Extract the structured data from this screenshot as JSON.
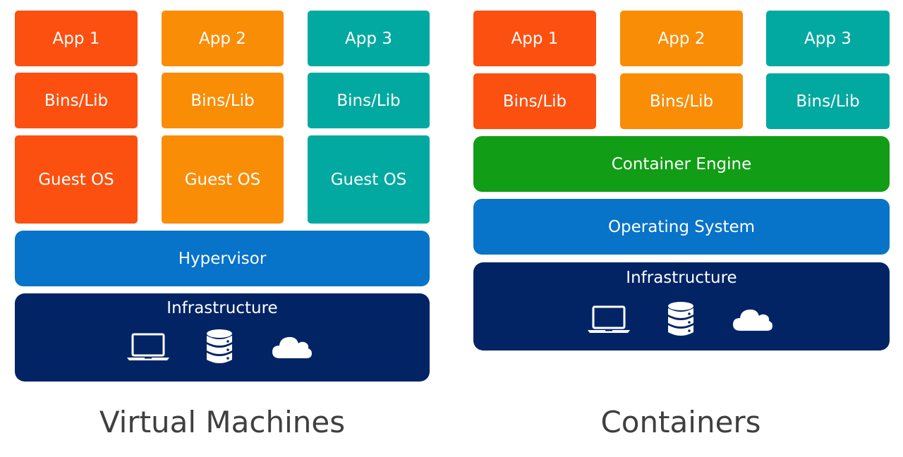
{
  "colors": {
    "app1": "#fc5010",
    "app2": "#f98d06",
    "app3": "#02a9a0",
    "container_engine": "#119d15",
    "hypervisor_os": "#0773c9",
    "infrastructure": "#032464",
    "caption": "#3f3f3f"
  },
  "vm": {
    "columns": [
      {
        "app": "App 1",
        "bins": "Bins/Lib",
        "guest_os": "Guest OS"
      },
      {
        "app": "App 2",
        "bins": "Bins/Lib",
        "guest_os": "Guest OS"
      },
      {
        "app": "App 3",
        "bins": "Bins/Lib",
        "guest_os": "Guest OS"
      }
    ],
    "hypervisor": "Hypervisor",
    "infrastructure": {
      "label": "Infrastructure",
      "icons": [
        "laptop-icon",
        "database-icon",
        "cloud-icon"
      ]
    },
    "caption": "Virtual Machines"
  },
  "containers": {
    "columns": [
      {
        "app": "App 1",
        "bins": "Bins/Lib"
      },
      {
        "app": "App 2",
        "bins": "Bins/Lib"
      },
      {
        "app": "App 3",
        "bins": "Bins/Lib"
      }
    ],
    "engine": "Container Engine",
    "os": "Operating System",
    "infrastructure": {
      "label": "Infrastructure",
      "icons": [
        "laptop-icon",
        "database-icon",
        "cloud-icon"
      ]
    },
    "caption": "Containers"
  }
}
